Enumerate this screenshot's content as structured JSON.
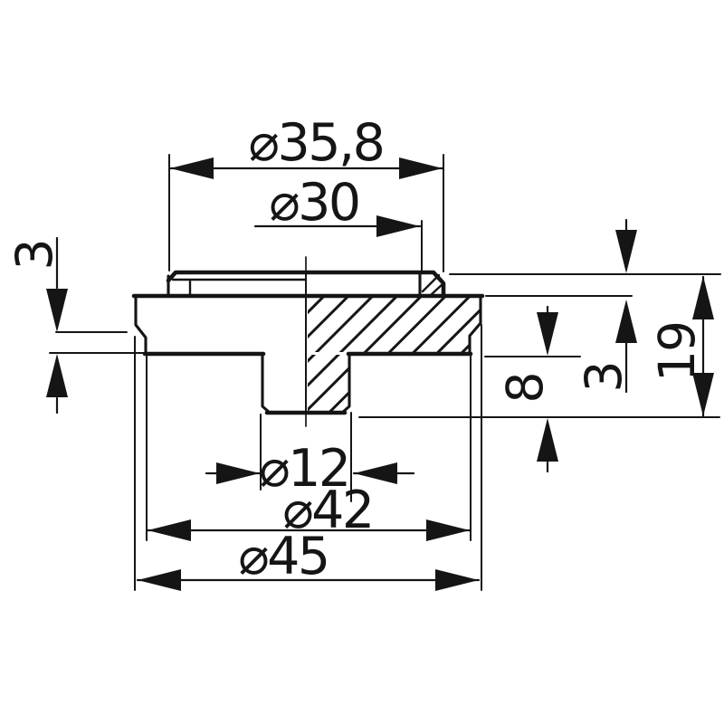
{
  "drawing": {
    "kind": "technical-drawing-half-section",
    "description": "Cross-section drawing of a round flanged plug with raised sealing boss and central stem",
    "background_color": "#ffffff",
    "line_color": "#151515",
    "labels": {
      "dia_boss_outer": "⌀35,8",
      "dia_recess": "⌀30",
      "dia_stem": "⌀12",
      "dia_lip": "⌀42",
      "dia_flange": "⌀45",
      "height_lip_left": "3",
      "height_boss_right": "3",
      "height_stem": "8",
      "height_total": "19"
    },
    "dimension_values_mm": {
      "boss_outer_diameter": 35.8,
      "recess_diameter": 30,
      "stem_diameter": 12,
      "lip_diameter": 42,
      "flange_diameter": 45,
      "lip_height": 3,
      "boss_height": 3,
      "stem_length": 8,
      "total_height": 19
    }
  }
}
